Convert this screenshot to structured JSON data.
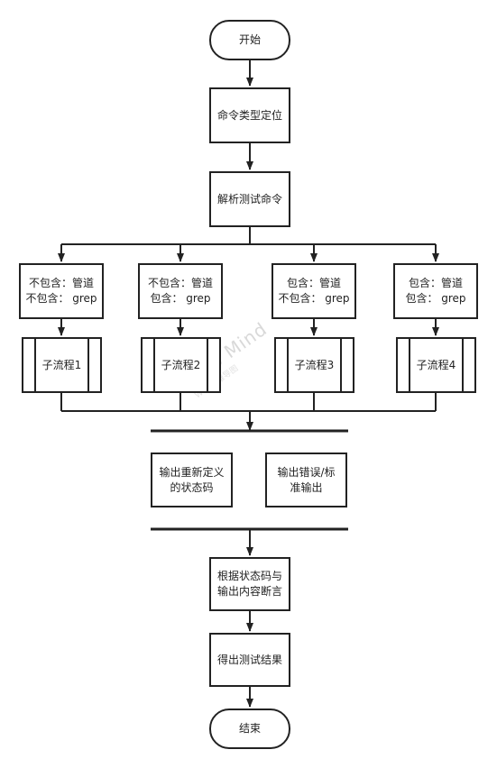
{
  "nodes": {
    "start": "开始",
    "locate": "命令类型定位",
    "parse": "解析测试命令",
    "cond1": [
      "不包含：管道",
      "不包含： grep"
    ],
    "cond2": [
      "不包含：管道",
      "包含： grep"
    ],
    "cond3": [
      "包含：管道",
      "不包含： grep"
    ],
    "cond4": [
      "包含：管道",
      "包含： grep"
    ],
    "sub1": "子流程1",
    "sub2": "子流程2",
    "sub3": "子流程3",
    "sub4": "子流程4",
    "out_code": [
      "输出重新定义",
      "的状态码"
    ],
    "out_err": [
      "输出错误/标",
      "准输出"
    ],
    "assert": [
      "根据状态码与",
      "输出内容断言"
    ],
    "result": "得出测试结果",
    "end": "结束"
  },
  "watermark": {
    "main": "WPS Mind",
    "sub": "WPS思维导图"
  }
}
